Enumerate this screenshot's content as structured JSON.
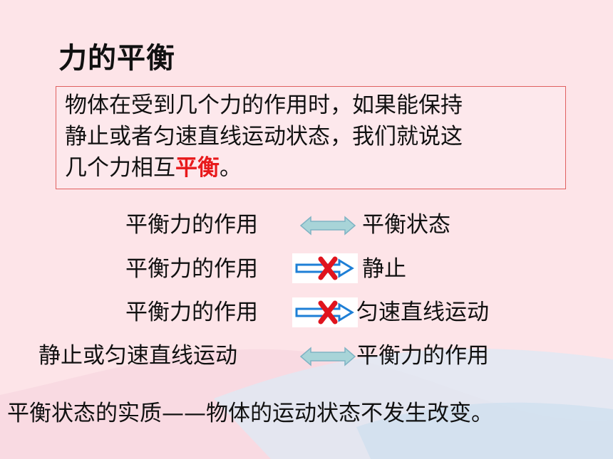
{
  "slide": {
    "title": "力的平衡",
    "definition": {
      "line1": "物体在受到几个力的作用时，如果能保持",
      "line2": "静止或者匀速直线运动状态，我们就说这",
      "line3_prefix": "几个力相互",
      "line3_highlight": "平衡",
      "line3_suffix": "。"
    },
    "relations": [
      {
        "left": "平衡力的作用",
        "right": "平衡状态",
        "arrow": "double-arrow-icon"
      },
      {
        "left": "平衡力的作用",
        "right": "静止",
        "arrow": "crossed-arrow-icon"
      },
      {
        "left": "平衡力的作用",
        "right": "匀速直线运动",
        "arrow": "crossed-arrow-icon"
      },
      {
        "left": "静止或匀速直线运动",
        "right": "平衡力的作用",
        "arrow": "double-arrow-icon"
      }
    ],
    "conclusion": "平衡状态的实质——物体的运动状态不发生改变。"
  },
  "colors": {
    "background": "#fde4e8",
    "highlight": "#e8191b",
    "box_border": "#e0605f",
    "arrow_fill": "#a8d4d8",
    "arrow_blue": "#1e7fd6",
    "cross": "#e0141e"
  }
}
